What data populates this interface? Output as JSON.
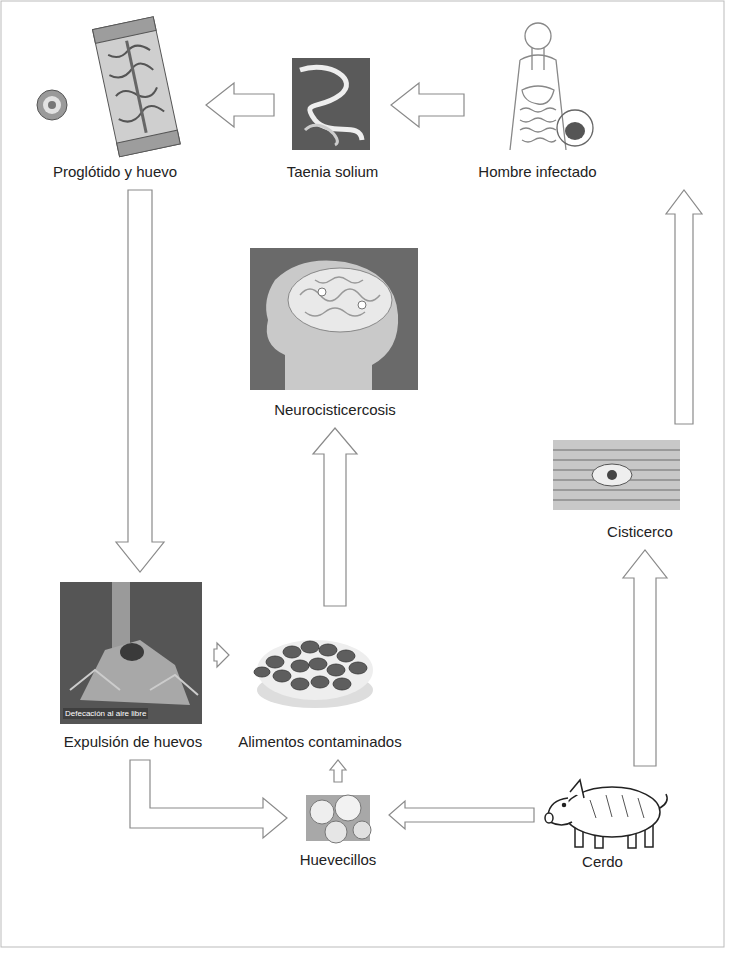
{
  "diagram": {
    "nodes": [
      {
        "text": [
          "Proglótido y huevo"
        ]
      },
      {
        "text": [
          "Taenia solium"
        ]
      },
      {
        "text": [
          "Hombre infectado"
        ]
      },
      {
        "text": [
          "Neurocisticercosis"
        ]
      },
      {
        "text": [
          "Cisticerco"
        ]
      },
      {
        "text": [
          "Expulsión de huevos"
        ]
      },
      {
        "text": [
          "Alimentos contaminados"
        ]
      },
      {
        "text": [
          "Huevecillos"
        ]
      },
      {
        "text": [
          "Cerdo"
        ]
      }
    ],
    "edges": [
      {
        "from": 2,
        "to": 1,
        "arrow": "to"
      },
      {
        "from": 1,
        "to": 0,
        "arrow": "to"
      },
      {
        "from": 0,
        "to": 5,
        "arrow": "to"
      },
      {
        "from": 6,
        "to": 3,
        "arrow": "to"
      },
      {
        "from": 5,
        "to": 6,
        "arrow": "to"
      },
      {
        "from": 5,
        "to": 7,
        "arrow": "to"
      },
      {
        "from": 7,
        "to": 6,
        "arrow": "to"
      },
      {
        "from": 8,
        "to": 7,
        "arrow": "to"
      },
      {
        "from": 8,
        "to": 4,
        "arrow": "to"
      },
      {
        "from": 4,
        "to": 2,
        "arrow": "to"
      }
    ],
    "labels": [
      "Defecación al aire libre"
    ]
  }
}
